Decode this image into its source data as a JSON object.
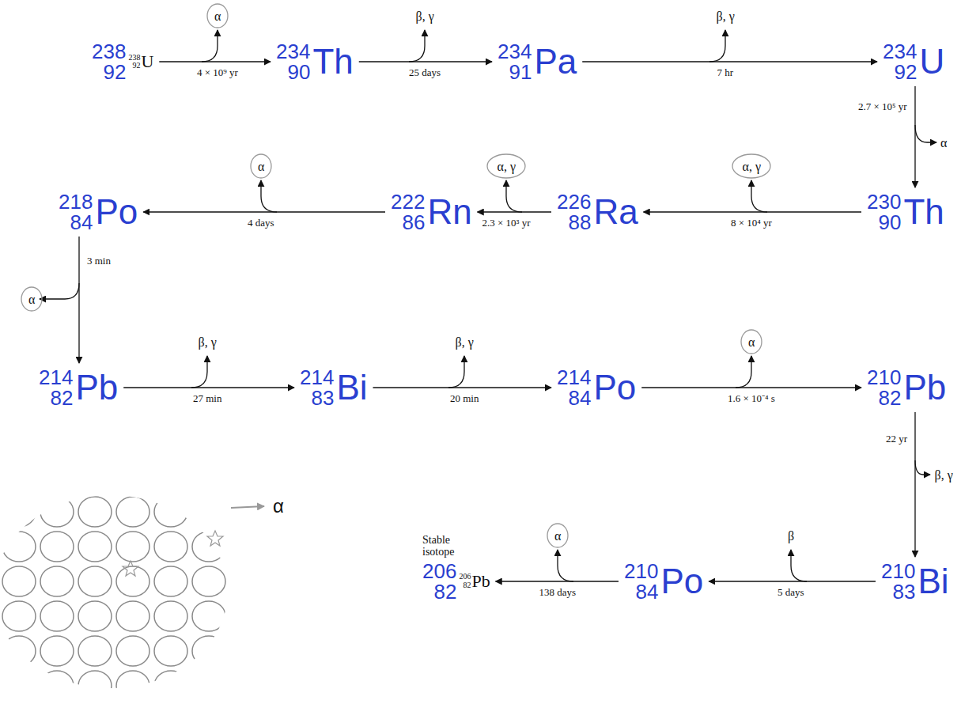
{
  "diagram": {
    "nodes": [
      {
        "text": [
          "238",
          "92",
          "238",
          "92",
          "U"
        ]
      },
      {
        "text": [
          "234",
          "90",
          "Th"
        ]
      },
      {
        "text": [
          "234",
          "91",
          "Pa"
        ]
      },
      {
        "text": [
          "234",
          "92",
          "U"
        ]
      },
      {
        "text": [
          "230",
          "90",
          "Th"
        ]
      },
      {
        "text": [
          "226",
          "88",
          "Ra"
        ]
      },
      {
        "text": [
          "222",
          "86",
          "Rn"
        ]
      },
      {
        "text": [
          "218",
          "84",
          "Po"
        ]
      },
      {
        "text": [
          "214",
          "82",
          "Pb"
        ]
      },
      {
        "text": [
          "214",
          "83",
          "Bi"
        ]
      },
      {
        "text": [
          "214",
          "84",
          "Po"
        ]
      },
      {
        "text": [
          "210",
          "82",
          "Pb"
        ]
      },
      {
        "text": [
          "210",
          "83",
          "Bi"
        ]
      },
      {
        "text": [
          "210",
          "84",
          "Po"
        ]
      },
      {
        "text": [
          "Stable isotope",
          "206",
          "82",
          "206",
          "82",
          "Pb"
        ]
      }
    ],
    "edges": [
      {
        "from": 0,
        "to": 1,
        "label": "4 × 10⁹ yr",
        "arrow": "to"
      },
      {
        "from": 1,
        "to": 2,
        "label": "25 days",
        "arrow": "to"
      },
      {
        "from": 2,
        "to": 3,
        "label": "7 hr",
        "arrow": "to"
      },
      {
        "from": 3,
        "to": 4,
        "label": "2.7 × 10⁵ yr",
        "arrow": "to"
      },
      {
        "from": 4,
        "to": 5,
        "label": "8 × 10⁴ yr",
        "arrow": "to"
      },
      {
        "from": 5,
        "to": 6,
        "label": "2.3 × 10³ yr",
        "arrow": "to"
      },
      {
        "from": 6,
        "to": 7,
        "label": "4 days",
        "arrow": "to"
      },
      {
        "from": 7,
        "to": 8,
        "label": "3 min",
        "arrow": "to"
      },
      {
        "from": 8,
        "to": 9,
        "label": "27 min",
        "arrow": "to"
      },
      {
        "from": 9,
        "to": 10,
        "label": "20 min",
        "arrow": "to"
      },
      {
        "from": 10,
        "to": 11,
        "label": "1.6 × 10⁻⁴ s",
        "arrow": "to"
      },
      {
        "from": 11,
        "to": 12,
        "label": "22 yr",
        "arrow": "to"
      },
      {
        "from": 12,
        "to": 13,
        "label": "5 days",
        "arrow": "to"
      },
      {
        "from": 13,
        "to": 14,
        "label": "138 days",
        "arrow": "to"
      }
    ],
    "labels": [
      "α",
      "β, γ",
      "β, γ",
      "α",
      "α, γ",
      "α, γ",
      "α",
      "α",
      "β, γ",
      "β, γ",
      "α",
      "β, γ",
      "β",
      "α",
      "α"
    ]
  }
}
